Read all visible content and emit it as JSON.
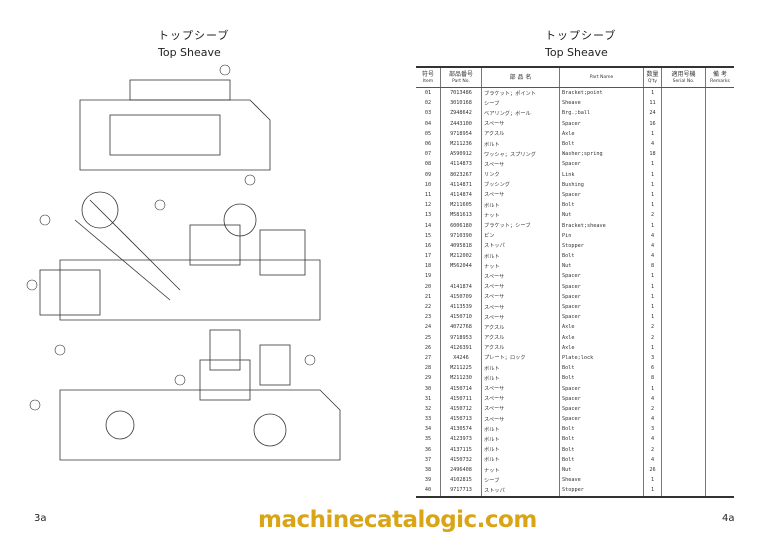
{
  "left_page": {
    "title_jp": "トップシーブ",
    "title_en": "Top Sheave",
    "page_number": "3a"
  },
  "right_page": {
    "title_jp": "トップシーブ",
    "title_en": "Top Sheave",
    "page_number": "4a",
    "table": {
      "headers": [
        {
          "jp": "符号",
          "en": "Item"
        },
        {
          "jp": "部品番号",
          "en": "Part No."
        },
        {
          "jp": "部 品 名",
          "en": ""
        },
        {
          "jp": "",
          "en": "Part Name"
        },
        {
          "jp": "数量",
          "en": "Q'ty"
        },
        {
          "jp": "適用号機",
          "en": "Serial No."
        },
        {
          "jp": "備 考",
          "en": "Remarks"
        }
      ],
      "rows": [
        [
          "01",
          "7013486",
          "ブラケット；ポイント",
          "Bracket;point",
          "1"
        ],
        [
          "02",
          "3010168",
          "シーブ",
          "Sheave",
          "11"
        ],
        [
          "03",
          "Z948642",
          "ベアリング；ボール",
          "Brg.;ball",
          "24"
        ],
        [
          "04",
          "Z443100",
          "スペーサ",
          "Spacer",
          "16"
        ],
        [
          "05",
          "9718954",
          "アクスル",
          "Axle",
          "1"
        ],
        [
          "06",
          "M211236",
          "ボルト",
          "Bolt",
          "4"
        ],
        [
          "07",
          "A590912",
          "ワッシャ；スプリング",
          "Washer;spring",
          "18"
        ],
        [
          "08",
          "4114873",
          "スペーサ",
          "Spacer",
          "1"
        ],
        [
          "09",
          "8023267",
          "リンク",
          "Link",
          "1"
        ],
        [
          "10",
          "4114871",
          "ブッシング",
          "Bushing",
          "1"
        ],
        [
          "11",
          "4114874",
          "スペーサ",
          "Spacer",
          "1"
        ],
        [
          "12",
          "M211605",
          "ボルト",
          "Bolt",
          "1"
        ],
        [
          "13",
          "M581613",
          "ナット",
          "Nut",
          "2"
        ],
        [
          "14",
          "6006180",
          "ブラケット；シーブ",
          "Bracket;sheave",
          "1"
        ],
        [
          "15",
          "9710390",
          "ピン",
          "Pin",
          "4"
        ],
        [
          "16",
          "4095818",
          "ストッパ",
          "Stopper",
          "4"
        ],
        [
          "17",
          "M212002",
          "ボルト",
          "Bolt",
          "4"
        ],
        [
          "18",
          "M562044",
          "ナット",
          "Nut",
          "8"
        ],
        [
          "19",
          "",
          "スペーサ",
          "Spacer",
          "1"
        ],
        [
          "20",
          "4141874",
          "スペーサ",
          "Spacer",
          "1"
        ],
        [
          "21",
          "4150709",
          "スペーサ",
          "Spacer",
          "1"
        ],
        [
          "22",
          "4113539",
          "スペーサ",
          "Spacer",
          "1"
        ],
        [
          "23",
          "4150710",
          "スペーサ",
          "Spacer",
          "1"
        ],
        [
          "24",
          "4072768",
          "アクスル",
          "Axle",
          "2"
        ],
        [
          "25",
          "9718953",
          "アクスル",
          "Axle",
          "2"
        ],
        [
          "26",
          "4126391",
          "アクスル",
          "Axle",
          "1"
        ],
        [
          "27",
          "X4246",
          "プレート；ロック",
          "Plate;lock",
          "3"
        ],
        [
          "28",
          "M211225",
          "ボルト",
          "Bolt",
          "6"
        ],
        [
          "29",
          "M211230",
          "ボルト",
          "Bolt",
          "8"
        ],
        [
          "30",
          "4150714",
          "スペーサ",
          "Spacer",
          "1"
        ],
        [
          "31",
          "4150711",
          "スペーサ",
          "Spacer",
          "4"
        ],
        [
          "32",
          "4150712",
          "スペーサ",
          "Spacer",
          "2"
        ],
        [
          "33",
          "4150713",
          "スペーサ",
          "Spacer",
          "4"
        ],
        [
          "34",
          "4130574",
          "ボルト",
          "Bolt",
          "3"
        ],
        [
          "35",
          "4123973",
          "ボルト",
          "Bolt",
          "4"
        ],
        [
          "36",
          "4137115",
          "ボルト",
          "Bolt",
          "2"
        ],
        [
          "37",
          "4150732",
          "ボルト",
          "Bolt",
          "4"
        ],
        [
          "38",
          "2496408",
          "ナット",
          "Nut",
          "26"
        ],
        [
          "39",
          "4102815",
          "シーブ",
          "Sheave",
          "1"
        ],
        [
          "40",
          "9717713",
          "ストッパ",
          "Stopper",
          "1"
        ]
      ]
    }
  },
  "watermark": "machinecatalogic.com",
  "colors": {
    "watermark": "#d9a516"
  }
}
